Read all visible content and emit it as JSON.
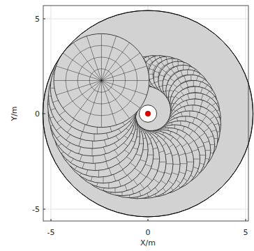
{
  "diagram": {
    "labels": [
      "5",
      "0",
      "-5",
      "-5",
      "0",
      "5",
      "X/m",
      "Y/m"
    ]
  }
}
